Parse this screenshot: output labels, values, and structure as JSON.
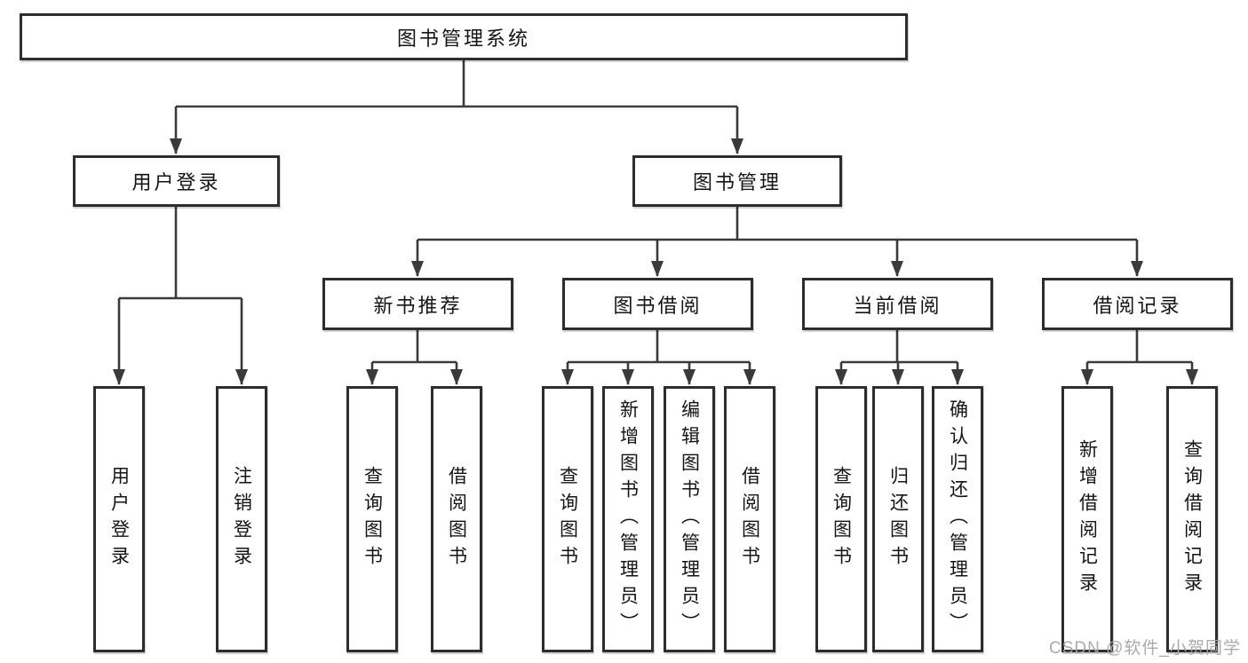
{
  "diagram": {
    "root": {
      "label": "图书管理系统"
    },
    "branches": [
      {
        "label": "用户登录",
        "children": [
          {
            "label": "用户登录"
          },
          {
            "label": "注销登录"
          }
        ]
      },
      {
        "label": "图书管理",
        "children": [
          {
            "label": "新书推荐",
            "children": [
              {
                "label": "查询图书"
              },
              {
                "label": "借阅图书"
              }
            ]
          },
          {
            "label": "图书借阅",
            "children": [
              {
                "label": "查询图书"
              },
              {
                "label": "新增图书（管理员）"
              },
              {
                "label": "编辑图书（管理员）"
              },
              {
                "label": "借阅图书"
              }
            ]
          },
          {
            "label": "当前借阅",
            "children": [
              {
                "label": "查询图书"
              },
              {
                "label": "归还图书"
              },
              {
                "label": "确认归还（管理员）"
              }
            ]
          },
          {
            "label": "借阅记录",
            "children": [
              {
                "label": "新增借阅记录"
              },
              {
                "label": "查询借阅记录"
              }
            ]
          }
        ]
      }
    ]
  },
  "watermark": {
    "text": "CSDN @软件_小贺同学"
  },
  "colors": {
    "line": "#3a3a3a",
    "box_border": "#2d2d2d",
    "text": "#141414",
    "watermark": "#a6a6a6",
    "background": "#ffffff"
  }
}
